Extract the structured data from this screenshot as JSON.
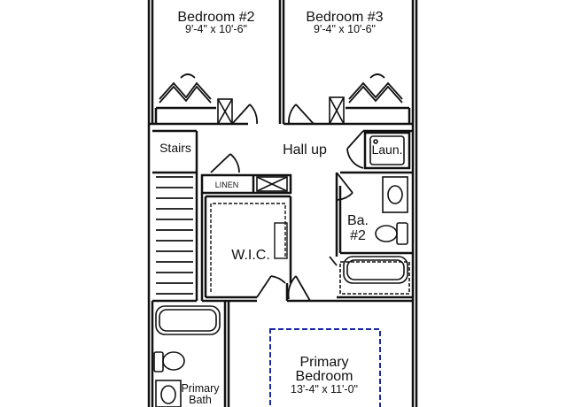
{
  "rooms": {
    "bedroom2": {
      "name": "Bedroom #2",
      "dims": "9'-4\" x 10'-6\""
    },
    "bedroom3": {
      "name": "Bedroom #3",
      "dims": "9'-4\" x 10'-6\""
    },
    "stairs": {
      "name": "Stairs"
    },
    "hall": {
      "name": "Hall up"
    },
    "laundry": {
      "name": "Laun."
    },
    "linen": {
      "name": "LINEN"
    },
    "bath2": {
      "line1": "Ba.",
      "line2": "#2"
    },
    "wic": {
      "name": "W.I.C."
    },
    "primary_bedroom": {
      "line1": "Primary",
      "line2": "Bedroom",
      "dims": "13'-4\" x 11'-0\""
    },
    "primary_bath": {
      "line1": "Primary",
      "line2": "Bath"
    }
  },
  "colors": {
    "wall": "#111111",
    "dashed_outline": "#1a2a9a",
    "background": "#ffffff"
  }
}
